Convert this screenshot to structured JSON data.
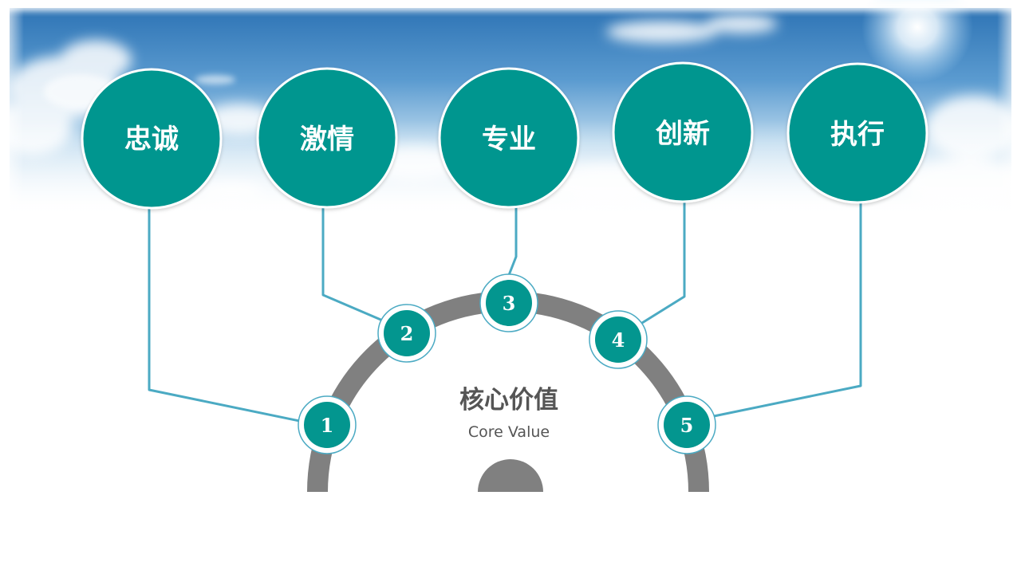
{
  "colors": {
    "teal": "#03968F",
    "connector": "#4BAAC3",
    "arc": "#808080",
    "sky_top": "#2F78B8",
    "sky_light": "#9FC8E6",
    "text_dark": "#555555"
  },
  "center": {
    "title": "核心价值",
    "subtitle": "Core Value"
  },
  "values": [
    {
      "number": "1",
      "label": "忠诚"
    },
    {
      "number": "2",
      "label": "激情"
    },
    {
      "number": "3",
      "label": "专业"
    },
    {
      "number": "4",
      "label": "创新"
    },
    {
      "number": "5",
      "label": "执行"
    }
  ]
}
